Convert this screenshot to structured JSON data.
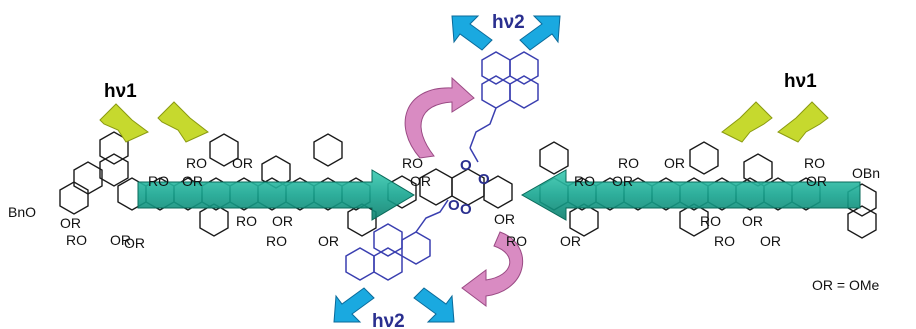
{
  "colors": {
    "excitation_arrow": "#c6d92e",
    "emission_arrow": "#1aa9e0",
    "transfer_arrow": "#d98bc2",
    "energy_band": "#17a590",
    "pyrene": "#3a3fb0",
    "bond": "#1a1a1a"
  },
  "labels": {
    "hv1_left": "hν1",
    "hv1_right": "hν1",
    "hv2_top": "hν2",
    "hv2_bottom": "hν2",
    "legend": "OR = OMe"
  },
  "groups": {
    "bno_left": "BnO",
    "obn_right": "OBn",
    "or": "OR",
    "ro": "RO",
    "o": "O"
  }
}
